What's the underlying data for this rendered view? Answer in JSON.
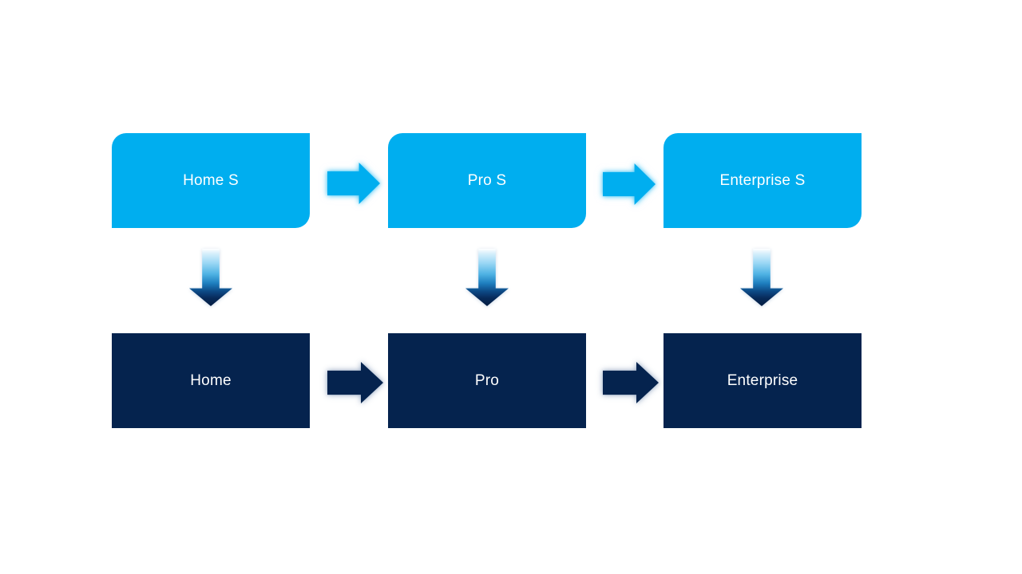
{
  "colors": {
    "accent_light": "#00AEEF",
    "accent_dark": "#05234E",
    "text_on_fill": "#FFFFFF",
    "background": "#FFFFFF"
  },
  "diagram": {
    "type": "process-upgrade-flow",
    "top_row": {
      "nodes": [
        {
          "label": "Home S"
        },
        {
          "label": "Pro S"
        },
        {
          "label": "Enterprise S"
        }
      ]
    },
    "bottom_row": {
      "nodes": [
        {
          "label": "Home"
        },
        {
          "label": "Pro"
        },
        {
          "label": "Enterprise"
        }
      ]
    },
    "connections": {
      "horizontal_top": [
        "Home S → Pro S",
        "Pro S → Enterprise S"
      ],
      "horizontal_bottom": [
        "Home → Pro",
        "Pro → Enterprise"
      ],
      "vertical": [
        "Home S → Home",
        "Pro S → Pro",
        "Enterprise S → Enterprise"
      ]
    }
  }
}
